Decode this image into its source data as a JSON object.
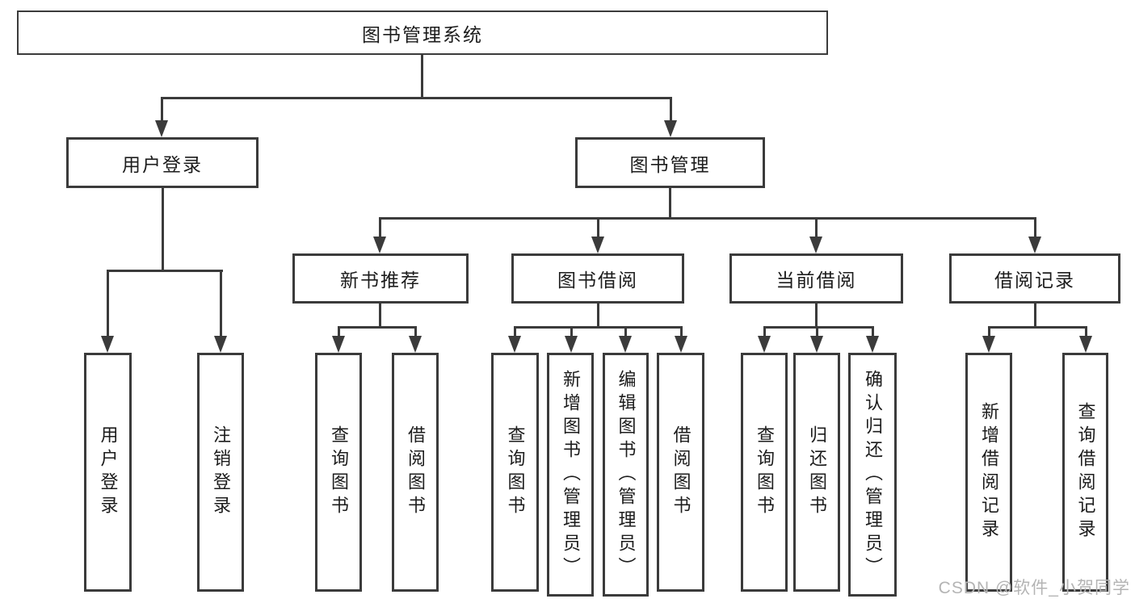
{
  "colors": {
    "line": "#3b3b3b",
    "text": "#1c1c1c",
    "watermark": "#b4b4b4",
    "background": "#ffffff"
  },
  "watermark": {
    "text": "CSDN @软件_小贺同学"
  },
  "tree": {
    "root": {
      "label": "图书管理系统"
    },
    "children": [
      {
        "label": "用户登录",
        "children": [
          {
            "label": "用户登录"
          },
          {
            "label": "注销登录"
          }
        ]
      },
      {
        "label": "图书管理",
        "children": [
          {
            "label": "新书推荐",
            "children": [
              {
                "label": "查询图书"
              },
              {
                "label": "借阅图书"
              }
            ]
          },
          {
            "label": "图书借阅",
            "children": [
              {
                "label": "查询图书"
              },
              {
                "label": "新增图书（管理员）"
              },
              {
                "label": "编辑图书（管理员）"
              },
              {
                "label": "借阅图书"
              }
            ]
          },
          {
            "label": "当前借阅",
            "children": [
              {
                "label": "查询图书"
              },
              {
                "label": "归还图书"
              },
              {
                "label": "确认归还（管理员）"
              }
            ]
          },
          {
            "label": "借阅记录",
            "children": [
              {
                "label": "新增借阅记录"
              },
              {
                "label": "查询借阅记录"
              }
            ]
          }
        ]
      }
    ]
  }
}
